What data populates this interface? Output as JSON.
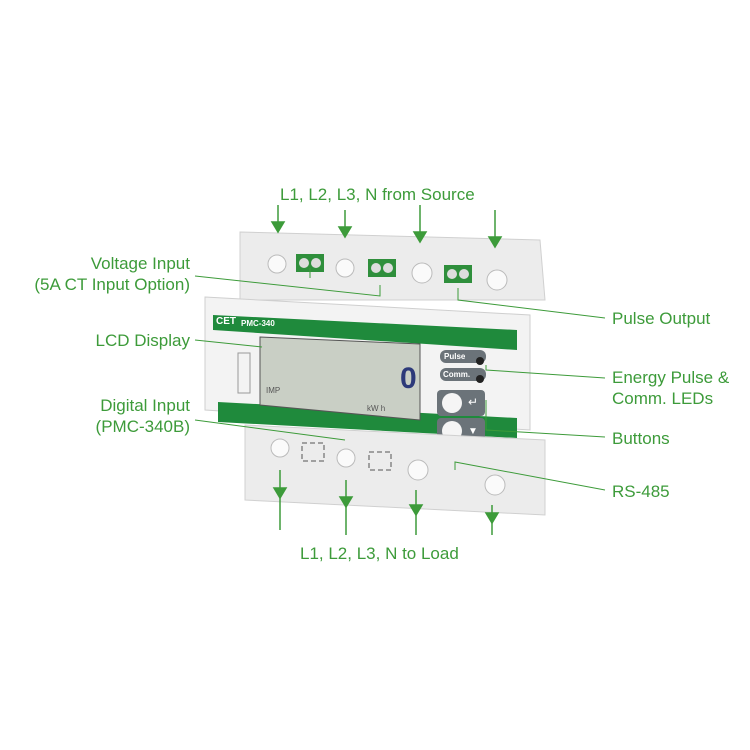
{
  "labels": {
    "source": "L1, L2, L3, N from Source",
    "voltage_line1": "Voltage Input",
    "voltage_line2": "(5A CT Input Option)",
    "lcd": "LCD Display",
    "digital_line1": "Digital Input",
    "digital_line2": "(PMC-340B)",
    "pulse_output": "Pulse Output",
    "energy_line1": "Energy Pulse &",
    "energy_line2": "Comm. LEDs",
    "buttons": "Buttons",
    "rs485": "RS-485",
    "load": "L1, L2, L3, N to Load"
  },
  "device": {
    "brand": "CET",
    "model": "PMC-340",
    "pulse_led": "Pulse",
    "comm_led": "Comm.",
    "lcd_digit": "0",
    "lcd_imp": "IMP",
    "lcd_unit": "kW h"
  },
  "colors": {
    "accent": "#3d9b3a",
    "panel_green": "#1f8a3c"
  }
}
